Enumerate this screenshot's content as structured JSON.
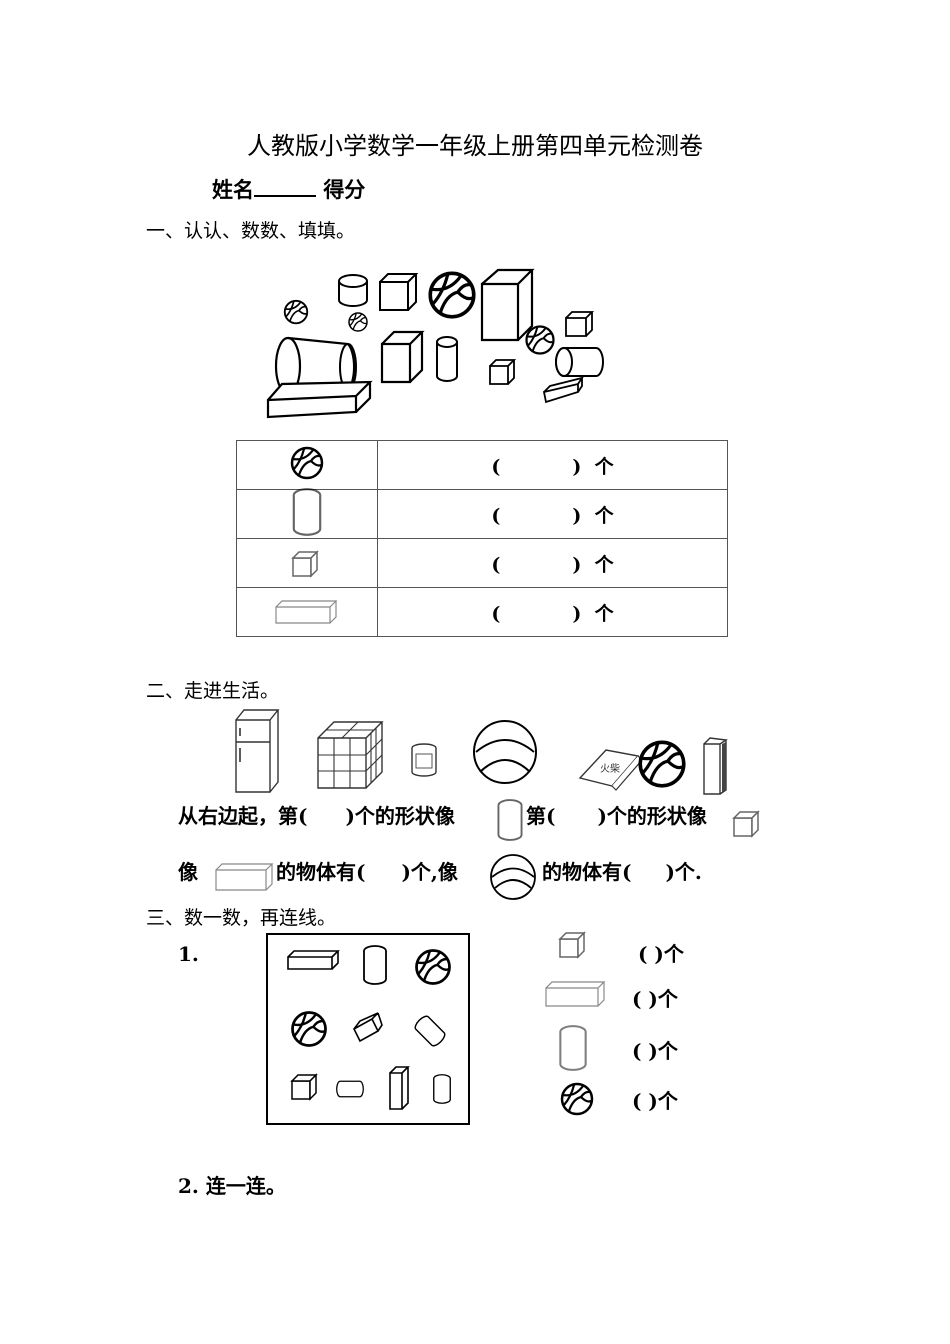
{
  "title": "人教版小学数学一年级上册第四单元检测卷",
  "name_label": "姓名",
  "score_label": "得分",
  "section1": {
    "heading": "一、认认、数数、填填。",
    "rows": [
      {
        "icon": "ball-icon",
        "text": "(          ) 个"
      },
      {
        "icon": "cylinder-icon",
        "text": "(          ) 个"
      },
      {
        "icon": "cube-icon",
        "text": "(          ) 个"
      },
      {
        "icon": "cuboid-icon",
        "text": "(          ) 个"
      }
    ],
    "paren_open": "(",
    "paren_close": ")",
    "unit": "个"
  },
  "section2": {
    "heading": "二、走进生活。",
    "line1_a": "从右边起，第(",
    "line1_b": ")个的形状像",
    "line1_c": "第(",
    "line1_d": ")个的形状像",
    "line2_a": "像",
    "line2_b": "的物体有(",
    "line2_c": ")个,像",
    "line2_d": "的物体有(",
    "line2_e": ")个."
  },
  "section3": {
    "heading": "三、数一数，再连线。",
    "item1_label": "1.",
    "answers": [
      {
        "icon": "cube-icon",
        "text": "(      )个"
      },
      {
        "icon": "cuboid-icon",
        "text": "(      )个"
      },
      {
        "icon": "cylinder-icon",
        "text": "(      )个"
      },
      {
        "icon": "ball-icon",
        "text": "(      )个"
      }
    ],
    "item2_label": "2.  连一连。"
  }
}
